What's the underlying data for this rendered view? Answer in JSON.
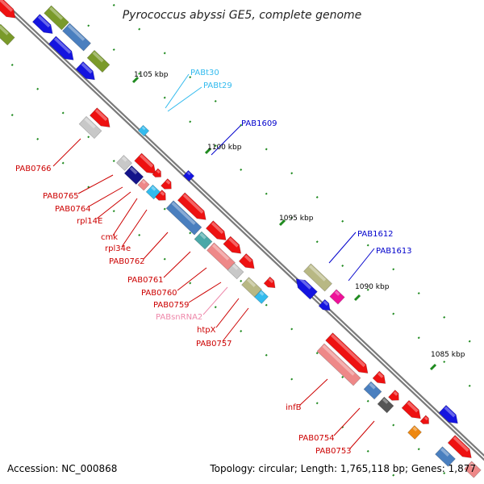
{
  "title": "Pyrococcus abyssi GE5, complete genome",
  "footer": {
    "accession": "Accession: NC_000868",
    "summary": "Topology: circular; Length: 1,765,118 bp; Genes: 1,877"
  },
  "colors": {
    "backbone": "#8a8a8a",
    "tick": "#1f8a1f",
    "protein": "#ee1111",
    "rna": "#33bbee",
    "label_red": "#cc0000",
    "label_blue": "#0000cc",
    "label_cyan": "#33bbee",
    "label_pink": "#ee88aa"
  },
  "kbp_marks": [
    "1105 kbp",
    "1100 kbp",
    "1095 kbp",
    "1090 kbp",
    "1085 kbp"
  ],
  "labels": {
    "PABt30": "PABt30",
    "PABt29": "PABt29",
    "PAB1609": "PAB1609",
    "PAB0766": "PAB0766",
    "PAB0765": "PAB0765",
    "PAB0764": "PAB0764",
    "rpl14E": "rpl14E",
    "cmk": "cmk",
    "rpl34e": "rpl34e",
    "PAB0762": "PAB0762",
    "PAB0761": "PAB0761",
    "PAB0760": "PAB0760",
    "PAB0759": "PAB0759",
    "PABsnRNA2": "PABsnRNA2",
    "htpX": "htpX",
    "PAB0757": "PAB0757",
    "PAB1612": "PAB1612",
    "PAB1613": "PAB1613",
    "infB": "infB",
    "PAB0754": "PAB0754",
    "PAB0753": "PAB0753"
  }
}
